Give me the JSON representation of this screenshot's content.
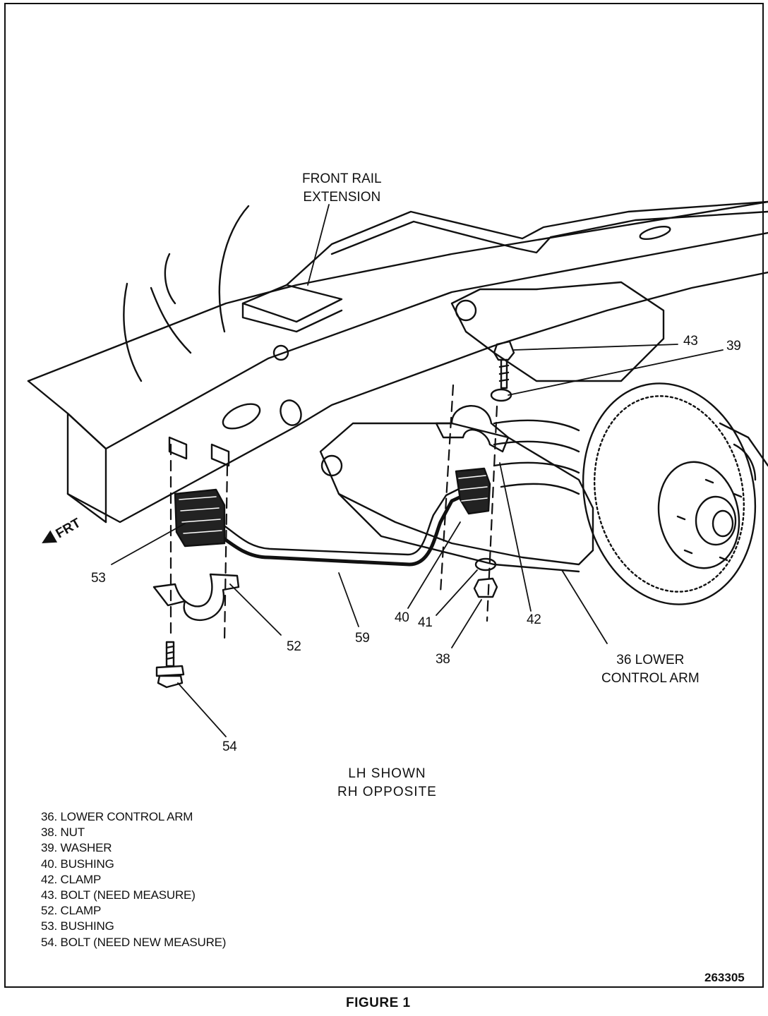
{
  "figure": {
    "caption": "FIGURE 1",
    "figure_id": "263305",
    "direction": {
      "arrow_icon": "arrow-left-icon",
      "label": "FRT"
    },
    "headings": {
      "front_rail_line1": "FRONT RAIL",
      "front_rail_line2": "EXTENSION",
      "lca_line1": "36 LOWER",
      "lca_line2": "CONTROL ARM"
    },
    "view_note": {
      "line1": "LH SHOWN",
      "line2": "RH OPPOSITE"
    },
    "callouts": {
      "c43": "43",
      "c39": "39",
      "c53": "53",
      "c40": "40",
      "c41": "41",
      "c42": "42",
      "c59": "59",
      "c52": "52",
      "c38": "38",
      "c54": "54"
    }
  },
  "legend": [
    "36. LOWER CONTROL ARM",
    "38. NUT",
    "39. WASHER",
    "40. BUSHING",
    "42. CLAMP",
    "43. BOLT (NEED MEASURE)",
    "52. CLAMP",
    "53. BUSHING",
    "54. BOLT (NEED NEW MEASURE)"
  ],
  "colors": {
    "ink": "#111111",
    "paper": "#ffffff"
  }
}
